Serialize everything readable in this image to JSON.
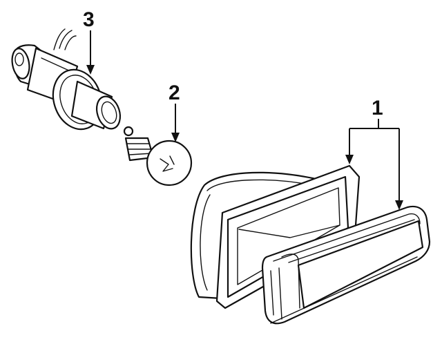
{
  "callouts": {
    "lens_housing": "1",
    "bulb": "2",
    "socket": "3"
  },
  "colors": {
    "ink": "#111111",
    "background": "#ffffff"
  }
}
